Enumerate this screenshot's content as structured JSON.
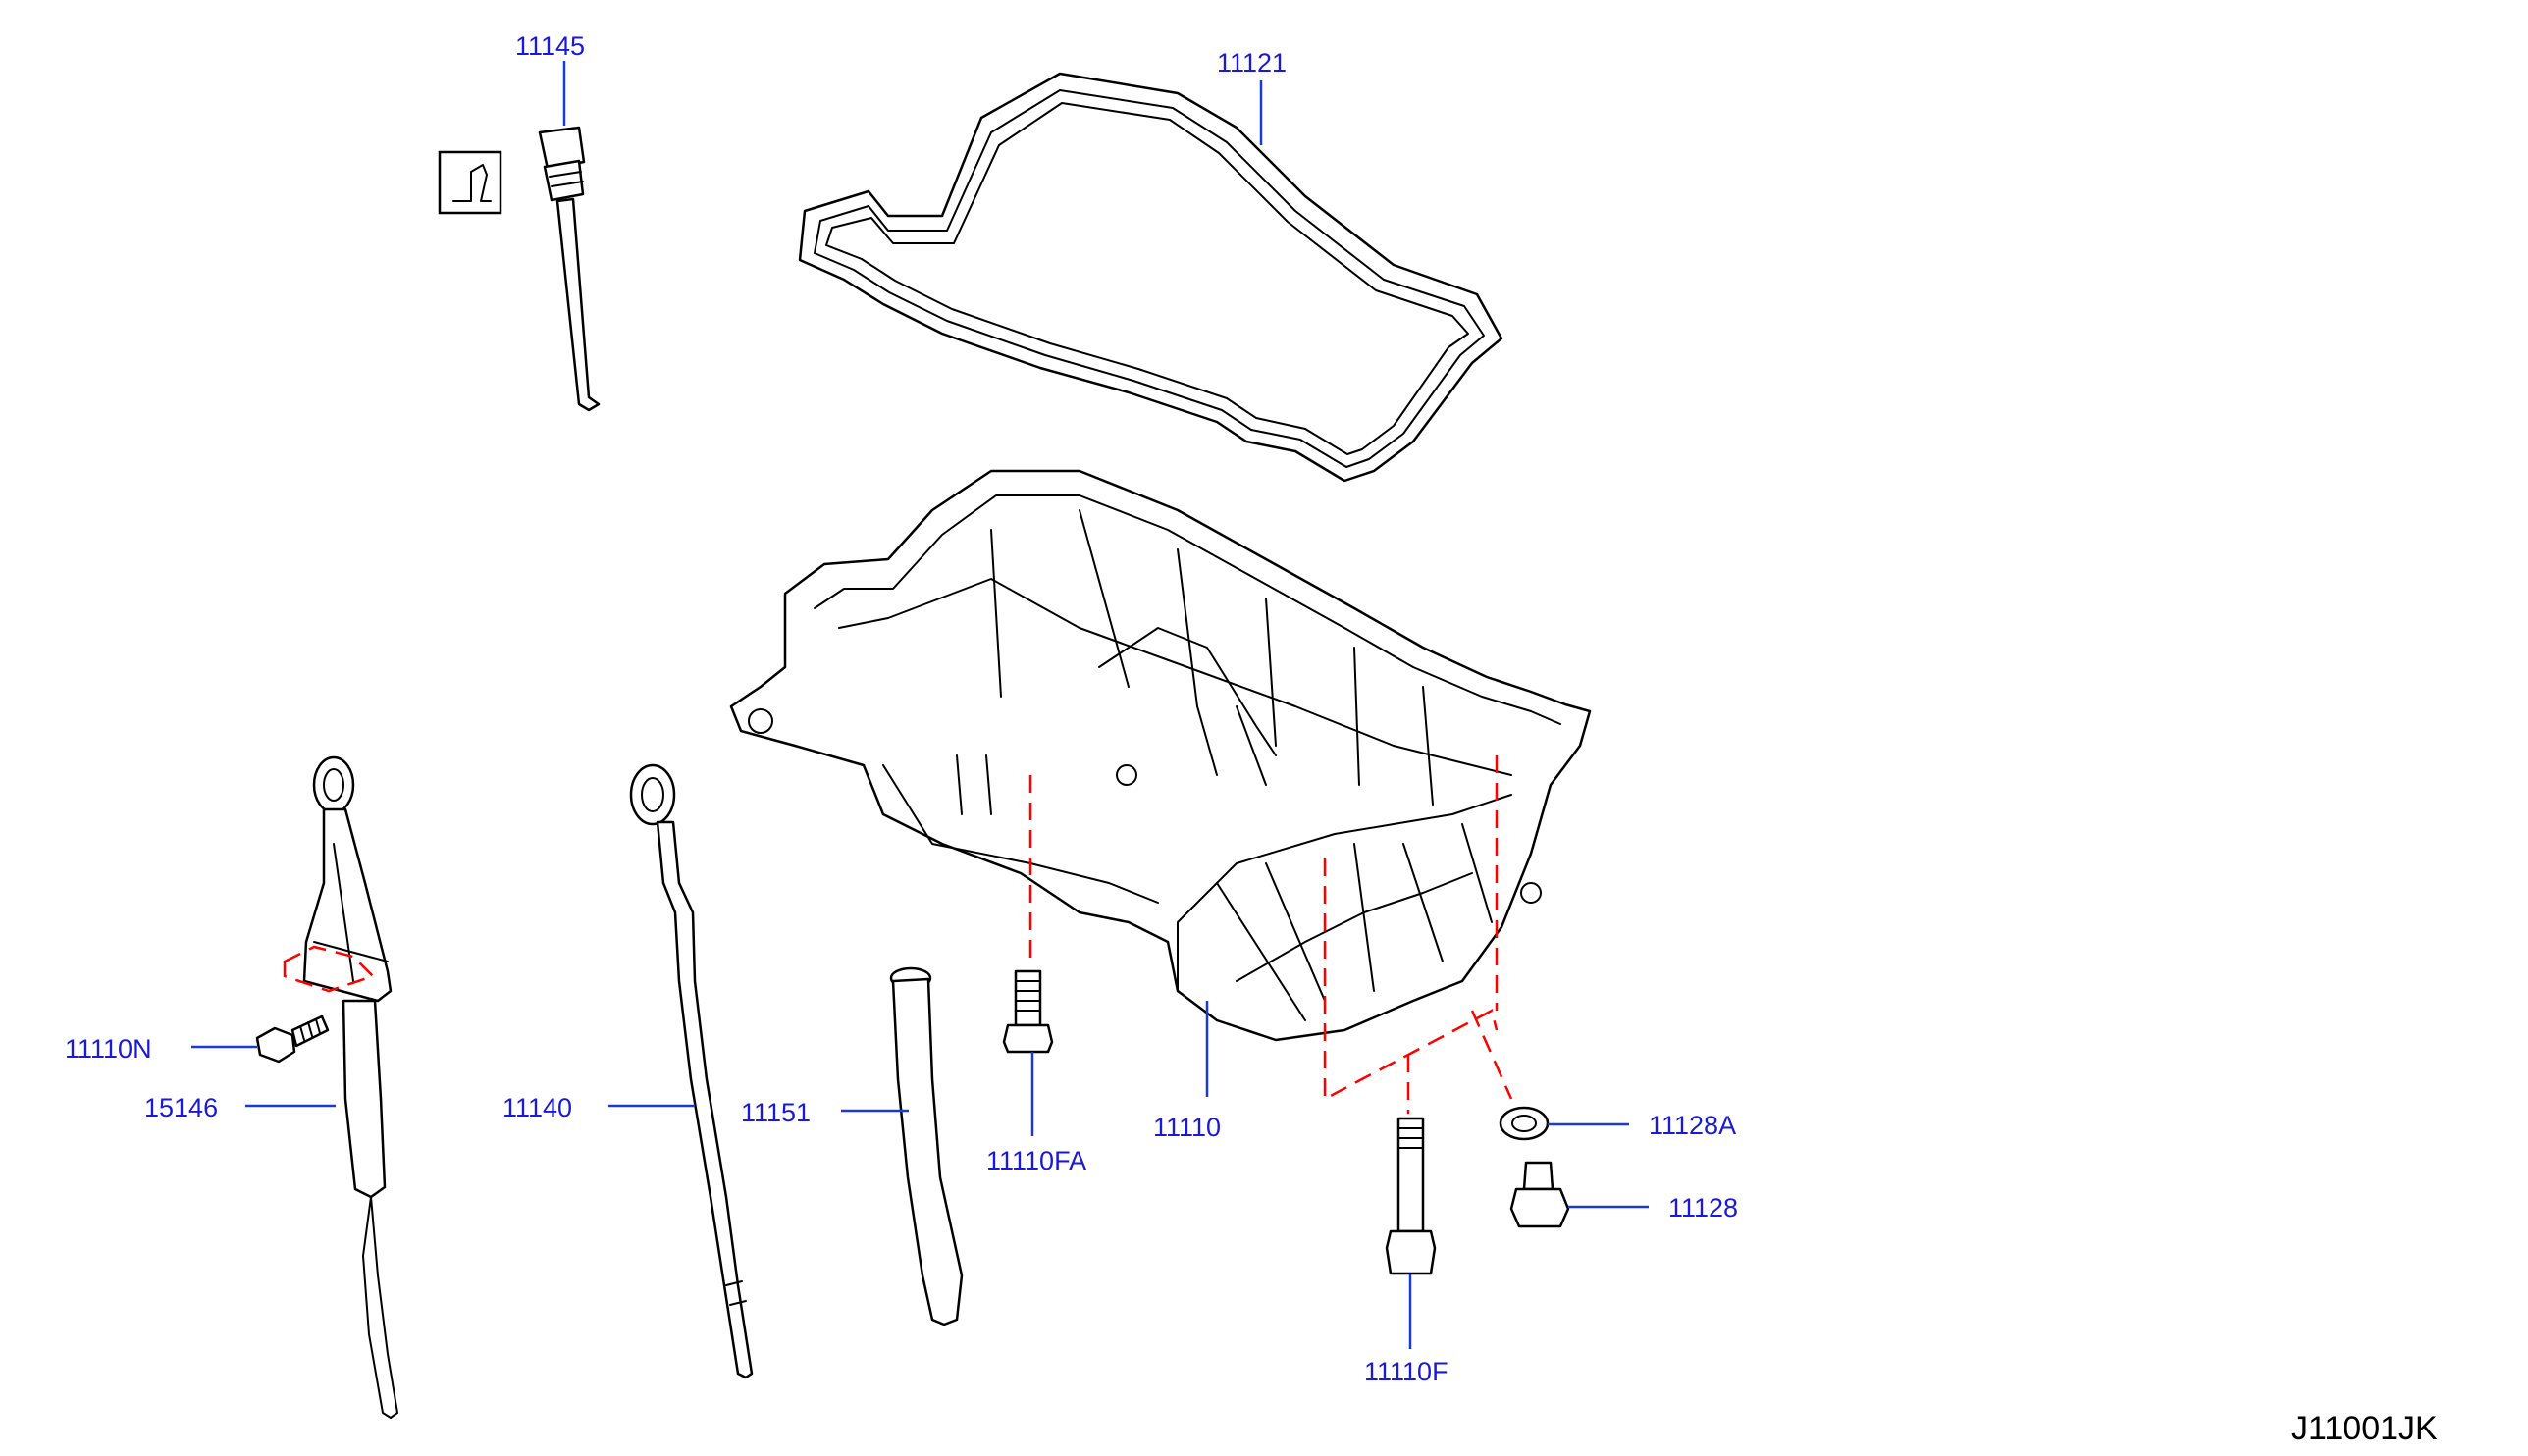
{
  "diagram": {
    "callouts": {
      "p11145": "11145",
      "p11121": "11121",
      "p11110N": "11110N",
      "p15146": "15146",
      "p11140": "11140",
      "p11151": "11151",
      "p11110FA": "11110FA",
      "p11110": "11110",
      "p11128A": "11128A",
      "p11128": "11128",
      "p11110F": "11110F"
    },
    "drawing_code": "J11001JK",
    "colors": {
      "callout_text": "#1a1ad6",
      "leader_line": "#1a3ad6",
      "dashed_reference": "#ff0000",
      "line_art": "#000000"
    },
    "icons": [
      "tube-symbol-icon"
    ]
  }
}
